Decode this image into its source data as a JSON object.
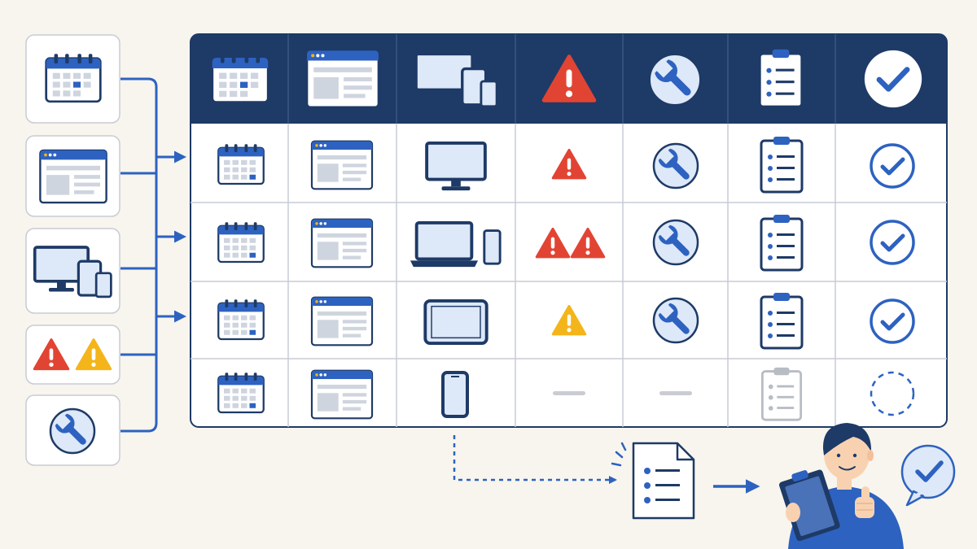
{
  "colors": {
    "background": "#f7f5ee",
    "navy": "#1e3a66",
    "blue": "#2d62c0",
    "light_blue": "#dde8f8",
    "grid_line": "#c7ccd6",
    "red": "#e24433",
    "yellow": "#f4b51a",
    "gray": "#c9ccd1"
  },
  "left_sources": [
    {
      "icon": "calendar-icon"
    },
    {
      "icon": "browser-window-icon"
    },
    {
      "icon": "devices-icon"
    },
    {
      "icon": "warning-pair-icon"
    },
    {
      "icon": "wrench-icon"
    }
  ],
  "matrix": {
    "header_columns": [
      "calendar-icon",
      "browser-window-icon",
      "devices-icon",
      "warning-icon",
      "wrench-icon",
      "checklist-icon",
      "checkmark-icon"
    ],
    "rows": [
      {
        "cells": [
          "calendar-icon",
          "browser-window-icon",
          "monitor-icon",
          "warning-red-icon",
          "wrench-icon",
          "checklist-icon",
          "check-circle-icon"
        ]
      },
      {
        "cells": [
          "calendar-icon",
          "browser-window-icon",
          "laptop-phone-icon",
          "warning-red-pair-icon",
          "wrench-icon",
          "checklist-icon",
          "check-circle-icon"
        ]
      },
      {
        "cells": [
          "calendar-icon",
          "browser-window-icon",
          "tablet-icon",
          "warning-yellow-icon",
          "wrench-icon",
          "checklist-icon",
          "check-circle-icon"
        ]
      },
      {
        "cells": [
          "calendar-icon",
          "browser-window-icon",
          "phone-icon",
          "empty-dash",
          "empty-dash",
          "checklist-faded-icon",
          "pending-dashed-circle-icon"
        ]
      }
    ]
  },
  "flow": {
    "connector_arrows": 3,
    "output": [
      "document-list-icon",
      "arrow-right-icon",
      "person-with-clipboard",
      "approved-speech-bubble-icon"
    ]
  }
}
